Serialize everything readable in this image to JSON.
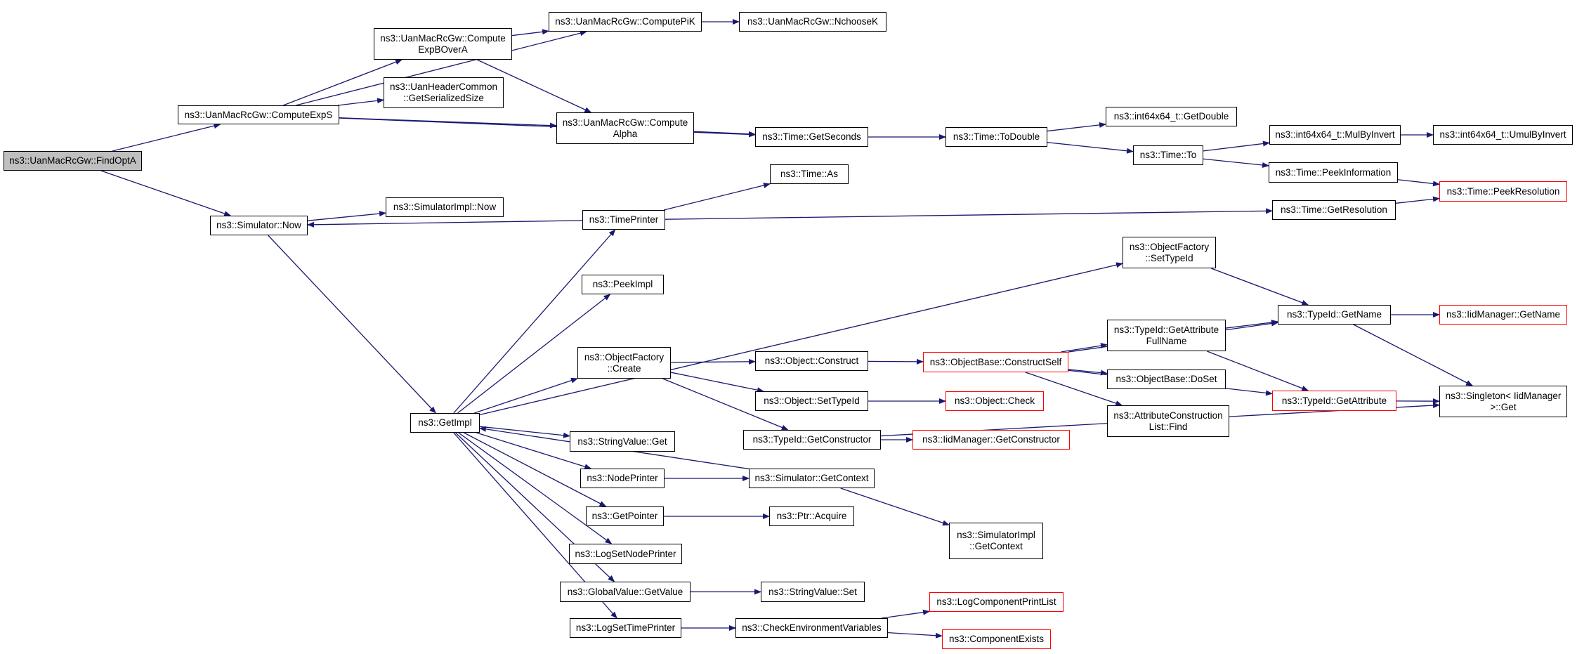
{
  "graph": {
    "edge_color": "#191970",
    "root_fill": "#bfbfbf",
    "truncated_border_color": "#ff0000",
    "nodes": [
      {
        "id": "n0",
        "lines": [
          "ns3::UanMacRcGw::FindOptA"
        ],
        "root": true
      },
      {
        "id": "n1",
        "lines": [
          "ns3::UanMacRcGw::ComputeExpS"
        ]
      },
      {
        "id": "n2",
        "lines": [
          "ns3::Simulator::Now"
        ]
      },
      {
        "id": "n3",
        "lines": [
          "ns3::UanMacRcGw::ComputePiK"
        ]
      },
      {
        "id": "n4",
        "lines": [
          "ns3::UanMacRcGw::Compute",
          "ExpBOverA"
        ]
      },
      {
        "id": "n5",
        "lines": [
          "ns3::UanHeaderCommon",
          "::GetSerializedSize"
        ]
      },
      {
        "id": "n6",
        "lines": [
          "ns3::UanMacRcGw::Compute",
          "Alpha"
        ]
      },
      {
        "id": "n7",
        "lines": [
          "ns3::Time::GetSeconds"
        ]
      },
      {
        "id": "n8",
        "lines": [
          "ns3::UanMacRcGw::NchooseK"
        ]
      },
      {
        "id": "n9",
        "lines": [
          "ns3::Time::ToDouble"
        ]
      },
      {
        "id": "n10",
        "lines": [
          "ns3::int64x64_t::GetDouble"
        ]
      },
      {
        "id": "n11",
        "lines": [
          "ns3::Time::To"
        ]
      },
      {
        "id": "n12",
        "lines": [
          "ns3::int64x64_t::MulByInvert"
        ]
      },
      {
        "id": "n13",
        "lines": [
          "ns3::int64x64_t::UmulByInvert"
        ]
      },
      {
        "id": "n14",
        "lines": [
          "ns3::Time::PeekInformation"
        ]
      },
      {
        "id": "n15",
        "lines": [
          "ns3::Time::PeekResolution"
        ],
        "truncated": true
      },
      {
        "id": "n16",
        "lines": [
          "ns3::SimulatorImpl::Now"
        ]
      },
      {
        "id": "n17",
        "lines": [
          "ns3::TimePrinter"
        ]
      },
      {
        "id": "n18",
        "lines": [
          "ns3::Time::As"
        ]
      },
      {
        "id": "n19",
        "lines": [
          "ns3::Time::GetResolution"
        ]
      },
      {
        "id": "n20",
        "lines": [
          "ns3::GetImpl"
        ]
      },
      {
        "id": "n21",
        "lines": [
          "ns3::PeekImpl"
        ]
      },
      {
        "id": "n22",
        "lines": [
          "ns3::ObjectFactory",
          "::SetTypeId"
        ]
      },
      {
        "id": "n23",
        "lines": [
          "ns3::TypeId::GetName"
        ]
      },
      {
        "id": "n24",
        "lines": [
          "ns3::IidManager::GetName"
        ],
        "truncated": true
      },
      {
        "id": "n25",
        "lines": [
          "ns3::ObjectFactory",
          "::Create"
        ]
      },
      {
        "id": "n26",
        "lines": [
          "ns3::Object::Construct"
        ]
      },
      {
        "id": "n27",
        "lines": [
          "ns3::ObjectBase::ConstructSelf"
        ],
        "truncated": true
      },
      {
        "id": "n28",
        "lines": [
          "ns3::TypeId::GetAttribute",
          "FullName"
        ]
      },
      {
        "id": "n29",
        "lines": [
          "ns3::ObjectBase::DoSet"
        ]
      },
      {
        "id": "n30",
        "lines": [
          "ns3::AttributeConstruction",
          "List::Find"
        ]
      },
      {
        "id": "n31",
        "lines": [
          "ns3::TypeId::GetAttribute"
        ],
        "truncated": true
      },
      {
        "id": "n32",
        "lines": [
          "ns3::Singleton< IidManager",
          ">::Get"
        ]
      },
      {
        "id": "n33",
        "lines": [
          "ns3::Object::SetTypeId"
        ]
      },
      {
        "id": "n34",
        "lines": [
          "ns3::Object::Check"
        ],
        "truncated": true
      },
      {
        "id": "n35",
        "lines": [
          "ns3::TypeId::GetConstructor"
        ]
      },
      {
        "id": "n36",
        "lines": [
          "ns3::IidManager::GetConstructor"
        ],
        "truncated": true
      },
      {
        "id": "n37",
        "lines": [
          "ns3::StringValue::Get"
        ]
      },
      {
        "id": "n38",
        "lines": [
          "ns3::NodePrinter"
        ]
      },
      {
        "id": "n39",
        "lines": [
          "ns3::Simulator::GetContext"
        ]
      },
      {
        "id": "n40",
        "lines": [
          "ns3::SimulatorImpl",
          "::GetContext"
        ]
      },
      {
        "id": "n41",
        "lines": [
          "ns3::GetPointer"
        ]
      },
      {
        "id": "n42",
        "lines": [
          "ns3::Ptr::Acquire"
        ]
      },
      {
        "id": "n43",
        "lines": [
          "ns3::LogSetNodePrinter"
        ]
      },
      {
        "id": "n44",
        "lines": [
          "ns3::GlobalValue::GetValue"
        ]
      },
      {
        "id": "n45",
        "lines": [
          "ns3::StringValue::Set"
        ]
      },
      {
        "id": "n46",
        "lines": [
          "ns3::LogSetTimePrinter"
        ]
      },
      {
        "id": "n47",
        "lines": [
          "ns3::CheckEnvironmentVariables"
        ]
      },
      {
        "id": "n48",
        "lines": [
          "ns3::LogComponentPrintList"
        ],
        "truncated": true
      },
      {
        "id": "n49",
        "lines": [
          "ns3::ComponentExists"
        ],
        "truncated": true
      }
    ],
    "edges": [
      [
        "n0",
        "n1"
      ],
      [
        "n0",
        "n2"
      ],
      [
        "n1",
        "n3"
      ],
      [
        "n1",
        "n4"
      ],
      [
        "n1",
        "n5"
      ],
      [
        "n1",
        "n6"
      ],
      [
        "n1",
        "n7"
      ],
      [
        "n4",
        "n3"
      ],
      [
        "n4",
        "n6"
      ],
      [
        "n3",
        "n8"
      ],
      [
        "n6",
        "n7"
      ],
      [
        "n7",
        "n9"
      ],
      [
        "n9",
        "n10"
      ],
      [
        "n9",
        "n11"
      ],
      [
        "n11",
        "n12"
      ],
      [
        "n11",
        "n14"
      ],
      [
        "n12",
        "n13"
      ],
      [
        "n14",
        "n15"
      ],
      [
        "n2",
        "n16"
      ],
      [
        "n2",
        "n20"
      ],
      [
        "n17",
        "n2"
      ],
      [
        "n17",
        "n18"
      ],
      [
        "n17",
        "n19"
      ],
      [
        "n19",
        "n15"
      ],
      [
        "n20",
        "n17"
      ],
      [
        "n20",
        "n21"
      ],
      [
        "n20",
        "n22"
      ],
      [
        "n20",
        "n25"
      ],
      [
        "n20",
        "n37"
      ],
      [
        "n20",
        "n38"
      ],
      [
        "n20",
        "n41"
      ],
      [
        "n20",
        "n43"
      ],
      [
        "n20",
        "n44"
      ],
      [
        "n20",
        "n46"
      ],
      [
        "n39",
        "n20"
      ],
      [
        "n22",
        "n23"
      ],
      [
        "n23",
        "n24"
      ],
      [
        "n23",
        "n32"
      ],
      [
        "n25",
        "n26"
      ],
      [
        "n25",
        "n33"
      ],
      [
        "n25",
        "n35"
      ],
      [
        "n26",
        "n27"
      ],
      [
        "n27",
        "n23"
      ],
      [
        "n27",
        "n28"
      ],
      [
        "n27",
        "n29"
      ],
      [
        "n27",
        "n30"
      ],
      [
        "n27",
        "n31"
      ],
      [
        "n28",
        "n23"
      ],
      [
        "n28",
        "n31"
      ],
      [
        "n31",
        "n32"
      ],
      [
        "n33",
        "n34"
      ],
      [
        "n35",
        "n36"
      ],
      [
        "n35",
        "n32"
      ],
      [
        "n38",
        "n39"
      ],
      [
        "n39",
        "n40"
      ],
      [
        "n41",
        "n42"
      ],
      [
        "n44",
        "n45"
      ],
      [
        "n46",
        "n47"
      ],
      [
        "n47",
        "n48"
      ],
      [
        "n47",
        "n49"
      ]
    ]
  }
}
